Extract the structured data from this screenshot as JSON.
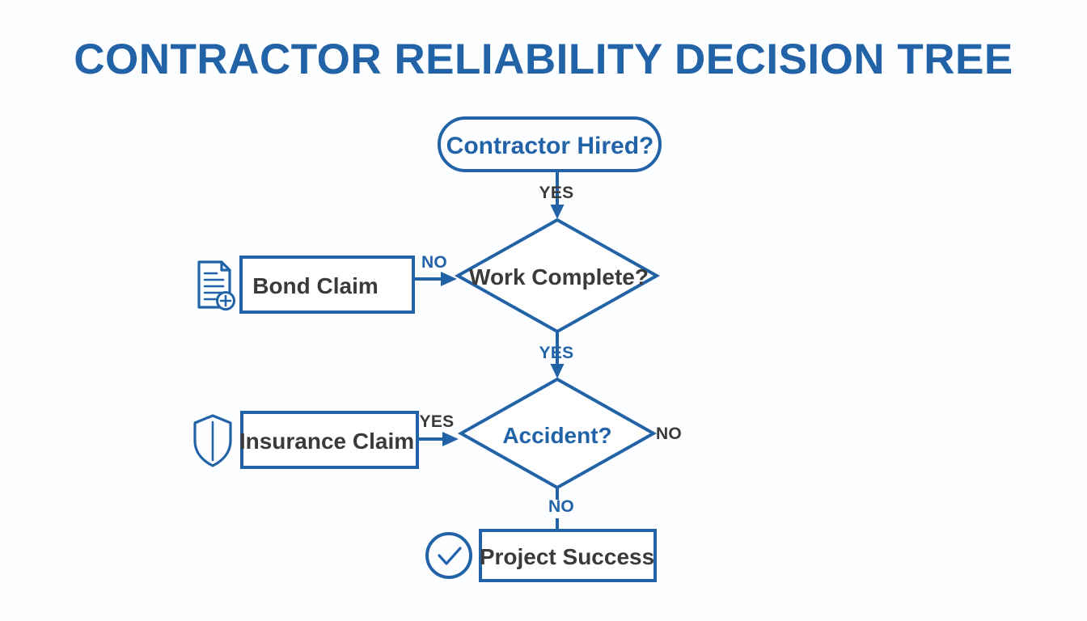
{
  "page": {
    "title": "CONTRACTOR RELIABILITY DECISION TREE",
    "background_color": "#fdfeff",
    "accent_color": "#2263a8",
    "dark_text_color": "#3a3a3a"
  },
  "diagram": {
    "type": "decision-tree-flowchart",
    "nodes": [
      {
        "id": "contractor_hired",
        "label": "Contractor Hired?",
        "shape": "pill",
        "text_color": "#2263a8",
        "icon": null
      },
      {
        "id": "work_complete",
        "label": "Work Complete?",
        "shape": "diamond",
        "text_color": "#3a3a3a",
        "icon": null
      },
      {
        "id": "bond_claim",
        "label": "Bond Claim",
        "shape": "rect",
        "text_color": "#3a3a3a",
        "icon": "document-add-icon"
      },
      {
        "id": "accident",
        "label": "Accident?",
        "shape": "diamond",
        "text_color": "#2263a8",
        "icon": null
      },
      {
        "id": "insurance_claim",
        "label": "Insurance Claim",
        "shape": "rect",
        "text_color": "#3a3a3a",
        "icon": "shield-icon"
      },
      {
        "id": "project_success",
        "label": "Project Success",
        "shape": "rect",
        "text_color": "#3a3a3a",
        "icon": "check-circle-icon"
      }
    ],
    "edges": [
      {
        "id": "e1",
        "from": "contractor_hired",
        "to": "work_complete",
        "label": "YES",
        "label_color": "#3a3a3a",
        "direction": "down"
      },
      {
        "id": "e2",
        "from": "bond_claim",
        "to": "work_complete",
        "label": "NO",
        "label_color": "#2263a8",
        "direction": "right"
      },
      {
        "id": "e3",
        "from": "work_complete",
        "to": "accident",
        "label": "YES",
        "label_color": "#2263a8",
        "direction": "down"
      },
      {
        "id": "e4",
        "from": "insurance_claim",
        "to": "accident",
        "label": "YES",
        "label_color": "#3a3a3a",
        "direction": "right"
      },
      {
        "id": "e5",
        "from": "accident",
        "to": null,
        "label": "NO",
        "label_color": "#3a3a3a",
        "direction": "right"
      },
      {
        "id": "e6",
        "from": "accident",
        "to": "project_success",
        "label": "NO",
        "label_color": "#2263a8",
        "direction": "down"
      }
    ]
  }
}
